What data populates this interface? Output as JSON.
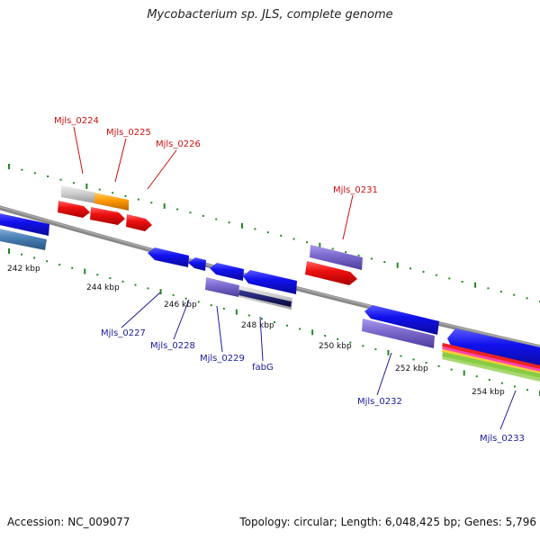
{
  "title": "Mycobacterium sp. JLS, complete genome",
  "footer": {
    "accession": "Accession: NC_009077",
    "summary": "Topology: circular; Length: 6,048,425 bp; Genes: 5,796"
  },
  "ruler": [
    {
      "label": "242 kbp"
    },
    {
      "label": "244 kbp"
    },
    {
      "label": "246 kbp"
    },
    {
      "label": "248 kbp"
    },
    {
      "label": "250 kbp"
    },
    {
      "label": "252 kbp"
    },
    {
      "label": "254 kbp"
    }
  ],
  "genes_forward": [
    {
      "label": "Mjls_0224"
    },
    {
      "label": "Mjls_0225"
    },
    {
      "label": "Mjls_0226"
    },
    {
      "label": "Mjls_0231"
    }
  ],
  "genes_reverse": [
    {
      "label": "Mjls_0227"
    },
    {
      "label": "Mjls_0228"
    },
    {
      "label": "Mjls_0229"
    },
    {
      "label": "fabG"
    },
    {
      "label": "Mjls_0232"
    },
    {
      "label": "Mjls_0233"
    }
  ],
  "colors": {
    "forward_gene": "#ee1111",
    "reverse_gene": "#1111ee",
    "cog_purple": "#7b68cc",
    "cog_orange": "#ff9900",
    "cog_grey": "#c8c8c8",
    "steelblue": "#4a7fb5",
    "backbone": "#888888",
    "tick": "#228822",
    "label_forward": "#cc1111",
    "label_reverse": "#1a1a99"
  }
}
